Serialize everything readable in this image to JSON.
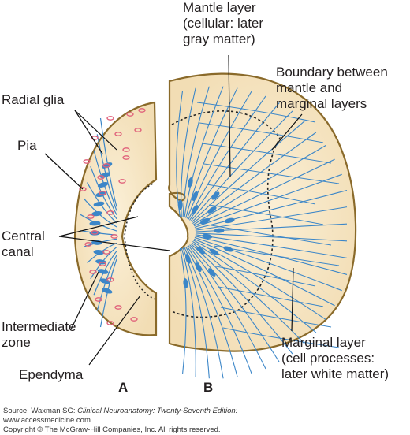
{
  "labels": {
    "mantle_layer": [
      "Mantle layer",
      "(cellular: later",
      "gray matter)"
    ],
    "boundary": [
      "Boundary between",
      "mantle and",
      "marginal layers"
    ],
    "radial_glia": "Radial glia",
    "pia": "Pia",
    "central_canal": [
      "Central",
      "canal"
    ],
    "intermediate_zone": [
      "Intermediate",
      "zone"
    ],
    "ependyma": "Ependyma",
    "marginal_layer": [
      "Marginal layer",
      "(cell processes:",
      "later white matter)"
    ]
  },
  "panels": {
    "a": "A",
    "b": "B"
  },
  "footer": {
    "source_prefix": "Source: Waxman SG: ",
    "source_title": "Clinical Neuroanatomy: Twenty-Seventh Edition:",
    "url": "www.accessmedicine.com",
    "copyright": "Copyright © The McGraw-Hill Companies, Inc. All rights reserved."
  },
  "colors": {
    "tissue_fill": "#f7e6c4",
    "outline": "#8a6a2a",
    "cell_blue": "#3b86c8",
    "cell_pink": "#e0607a"
  }
}
